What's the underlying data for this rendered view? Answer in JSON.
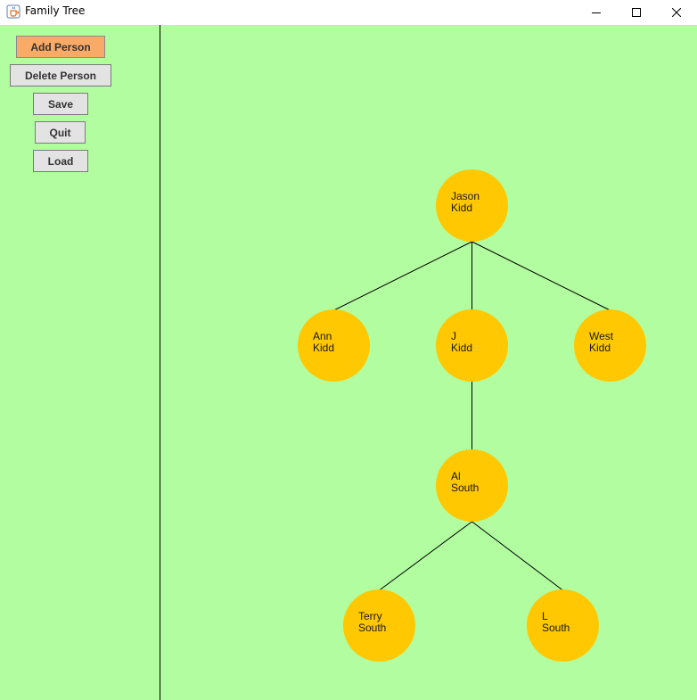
{
  "window": {
    "title": "Family Tree",
    "icon": "java-cup-icon",
    "controls": [
      "minimize-icon",
      "maximize-icon",
      "close-icon"
    ]
  },
  "sidebar": {
    "buttons": [
      {
        "label": "Add Person",
        "highlighted": true
      },
      {
        "label": "Delete Person"
      },
      {
        "label": "Save"
      },
      {
        "label": "Quit"
      },
      {
        "label": "Load"
      }
    ]
  },
  "tree": {
    "nodes": [
      {
        "id": "jason-kidd",
        "first": "Jason",
        "last": "Kidd"
      },
      {
        "id": "ann-kidd",
        "first": "Ann",
        "last": "Kidd"
      },
      {
        "id": "j-kidd",
        "first": "J",
        "last": "Kidd"
      },
      {
        "id": "west-kidd",
        "first": "West",
        "last": "Kidd"
      },
      {
        "id": "al-south",
        "first": "Al",
        "last": "South"
      },
      {
        "id": "terry-south",
        "first": "Terry",
        "last": "South"
      },
      {
        "id": "l-south",
        "first": "L",
        "last": "South"
      }
    ],
    "edges": [
      [
        "jason-kidd",
        "ann-kidd"
      ],
      [
        "jason-kidd",
        "j-kidd"
      ],
      [
        "jason-kidd",
        "west-kidd"
      ],
      [
        "j-kidd",
        "al-south"
      ],
      [
        "al-south",
        "terry-south"
      ],
      [
        "al-south",
        "l-south"
      ]
    ]
  },
  "colors": {
    "background": "#b1fd9f",
    "node": "#ffc800",
    "highlight_button": "#f9aa66"
  }
}
